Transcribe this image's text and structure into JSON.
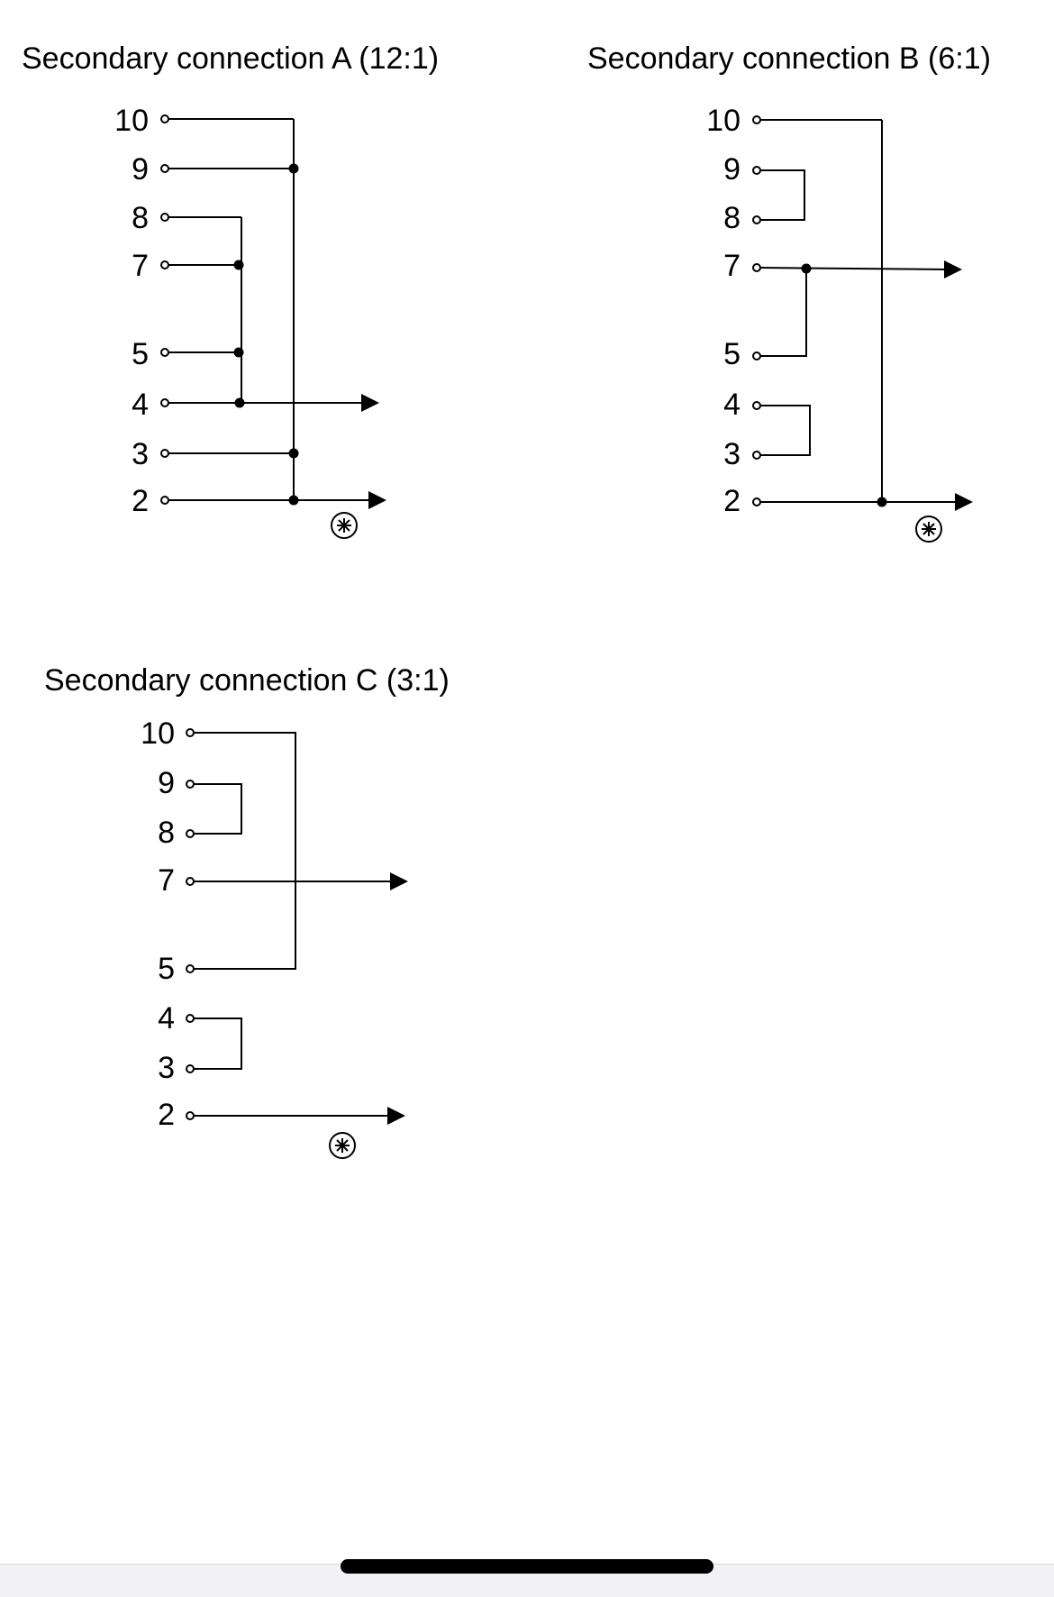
{
  "colors": {
    "ink": "#000000",
    "background": "#ffffff",
    "bar": "#f2f2f4"
  },
  "diagrams": [
    {
      "title": "Secondary connection A (12:1)",
      "terminals": [
        "10",
        "9",
        "8",
        "7",
        "5",
        "4",
        "3",
        "2"
      ],
      "symbol": "asterisk-circle"
    },
    {
      "title": "Secondary connection B (6:1)",
      "terminals": [
        "10",
        "9",
        "8",
        "7",
        "5",
        "4",
        "3",
        "2"
      ],
      "symbol": "asterisk-circle"
    },
    {
      "title": "Secondary connection C (3:1)",
      "terminals": [
        "10",
        "9",
        "8",
        "7",
        "5",
        "4",
        "3",
        "2"
      ],
      "symbol": "asterisk-circle"
    }
  ],
  "icons": {
    "home_indicator": "home-indicator-bar",
    "earth_symbol": "asterisk-circle-icon"
  }
}
